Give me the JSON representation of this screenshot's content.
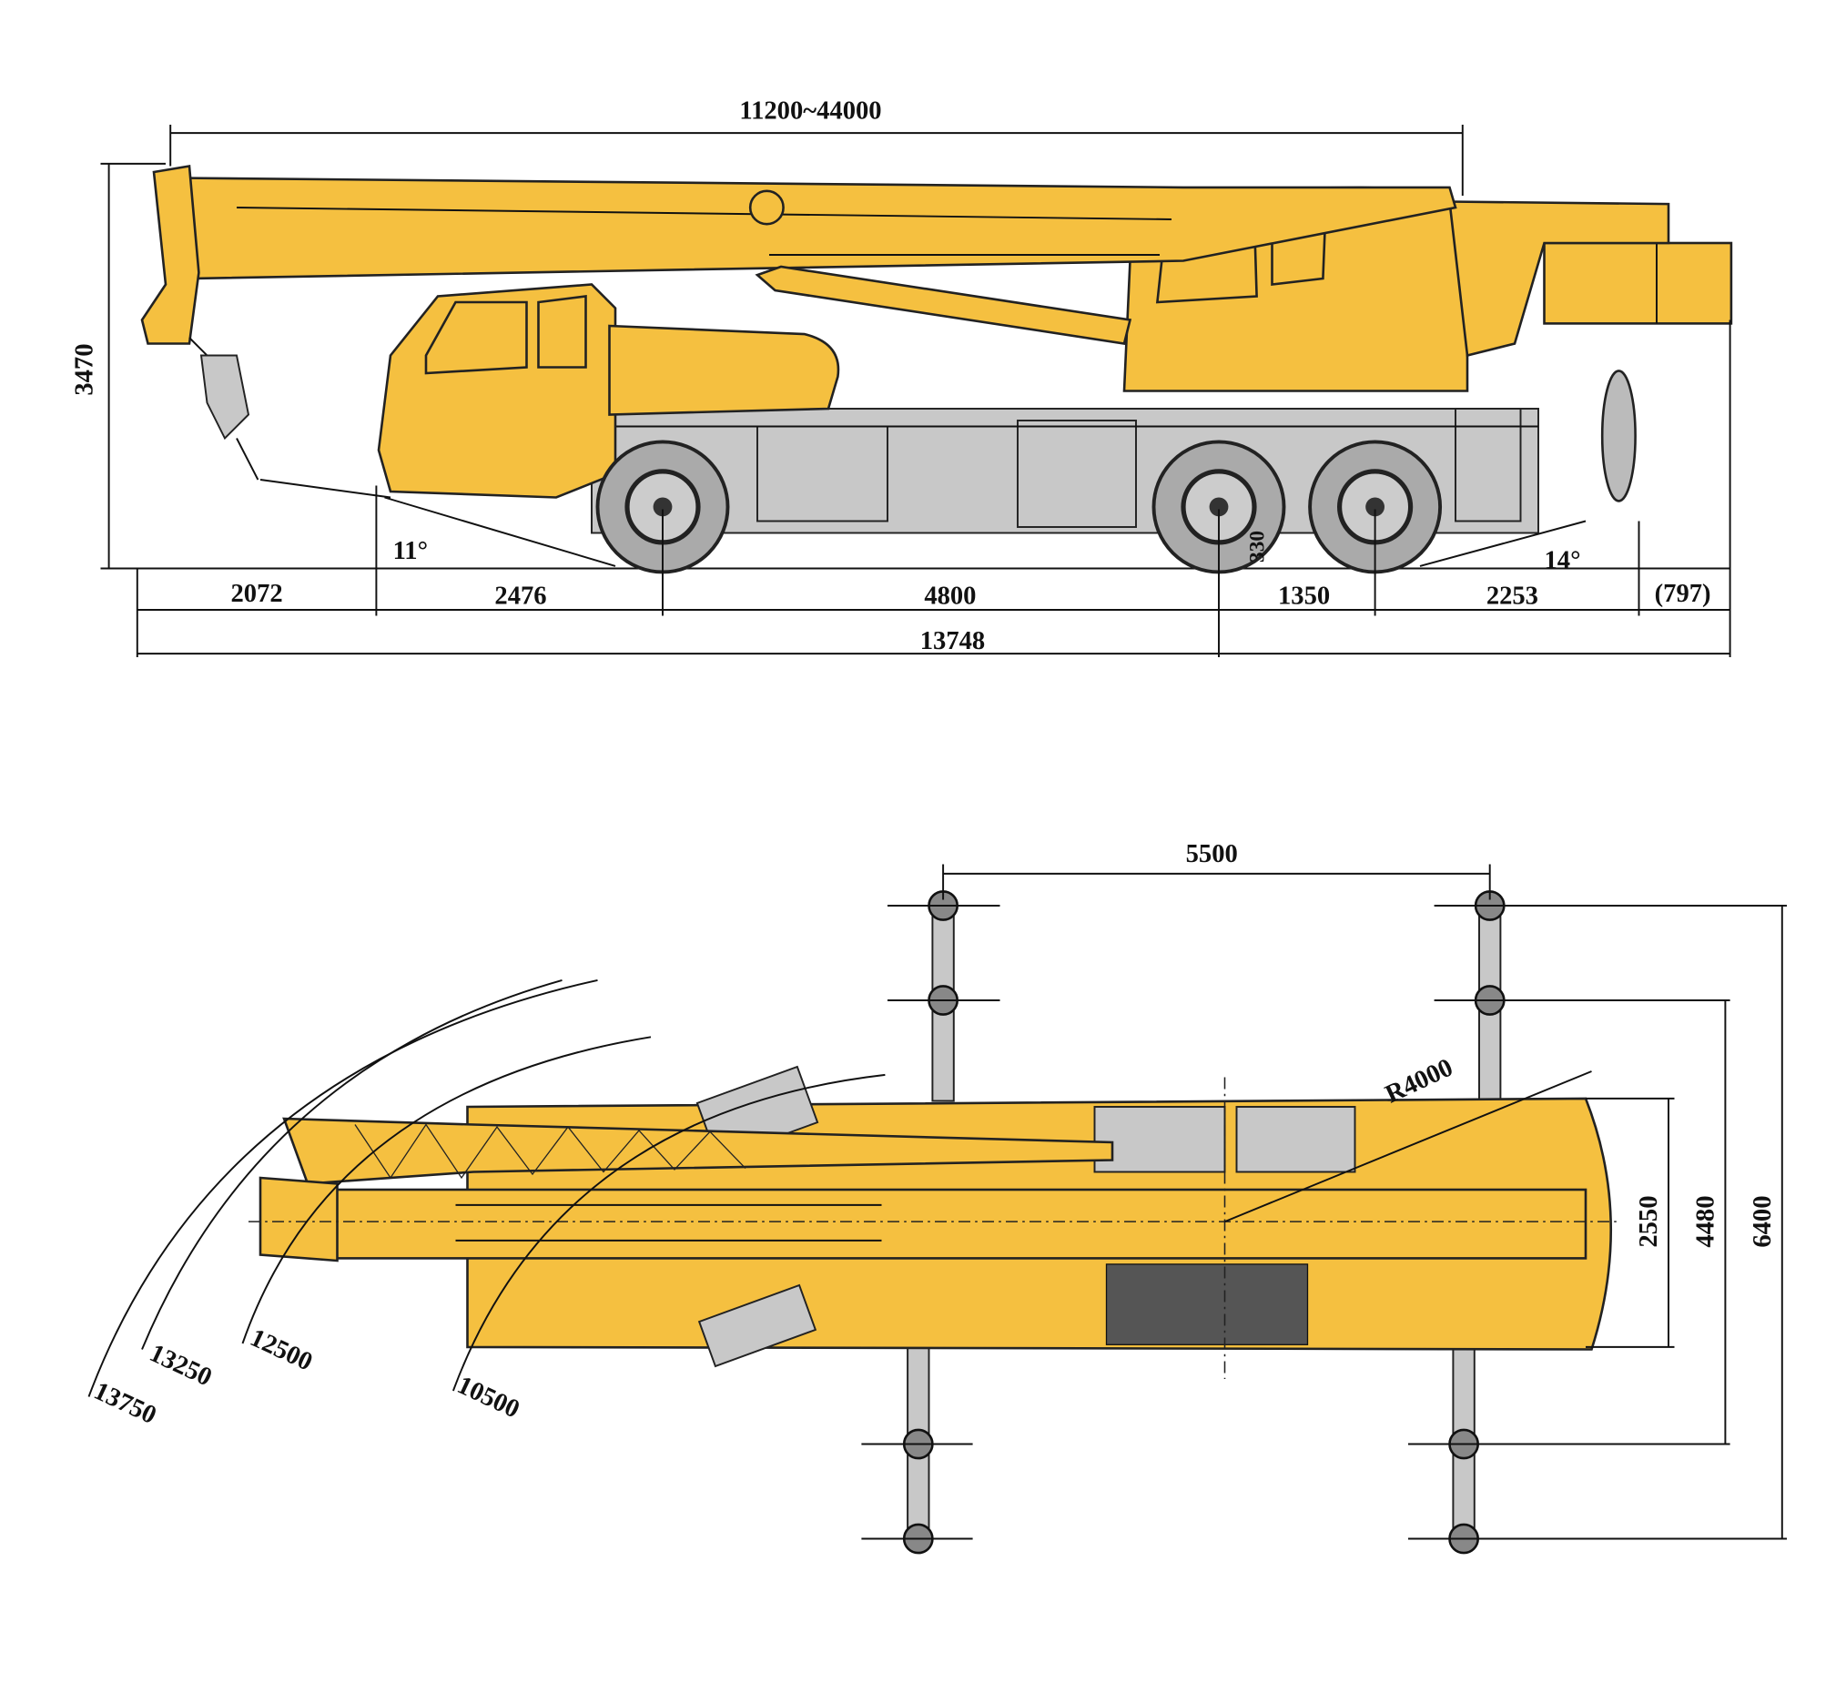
{
  "side_view": {
    "boom_length": "11200~44000",
    "height": "3470",
    "approach_angle": "11°",
    "departure_angle": "14°",
    "ground_clearance": "330",
    "segments": [
      "2072",
      "2476",
      "4800",
      "1350",
      "2253",
      "(797)"
    ],
    "overall_length": "13748"
  },
  "top_view": {
    "outrigger_longitudinal": "5500",
    "widths": [
      "2550",
      "4480",
      "6400"
    ],
    "tail_radius": "R4000",
    "turning_radii": [
      "13750",
      "13250",
      "12500",
      "10500"
    ]
  },
  "colors": {
    "body": "#f5c040",
    "chassis": "#c8c8c8",
    "line": "#111111"
  }
}
